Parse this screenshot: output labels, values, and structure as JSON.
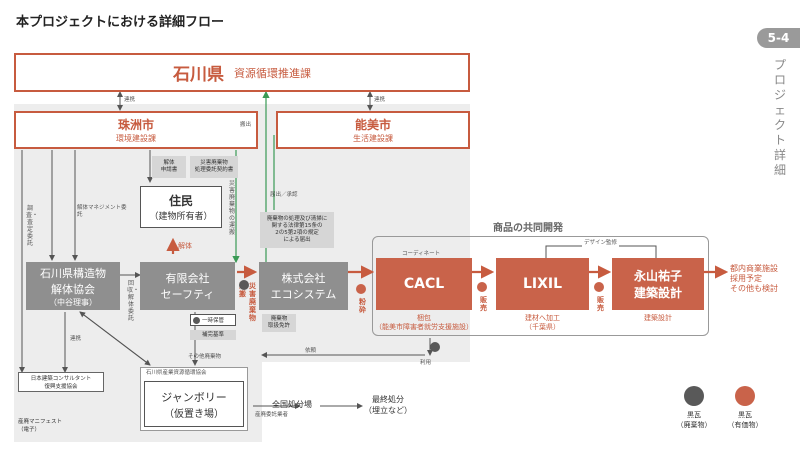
{
  "page": {
    "title": "本プロジェクトにおける詳細フロー",
    "section_number": "5-4",
    "section_label": "プロジェクト詳細"
  },
  "nodes": {
    "ishikawa": {
      "name": "石川県",
      "dept": "資源循環推進課"
    },
    "suzu": {
      "name": "珠洲市",
      "dept": "環境建設課"
    },
    "nomi": {
      "name": "能美市",
      "dept": "生活建設課"
    },
    "resident": {
      "name": "住民",
      "sub": "（建物所有者）"
    },
    "kozo": {
      "line1": "石川県構造物",
      "line2": "解体協会",
      "line3": "（中谷理事）"
    },
    "safety": {
      "line1": "有限会社",
      "line2": "セーフティ"
    },
    "eco": {
      "line1": "株式会社",
      "line2": "エコシステム"
    },
    "cacl": {
      "name": "CACL",
      "sub1": "梱包",
      "sub2": "（能美市障害者就労支援施設）"
    },
    "lixil": {
      "name": "LIXIL",
      "sub1": "建材へ加工",
      "sub2": "（千葉県）"
    },
    "nagayama": {
      "line1": "永山祐子",
      "line2": "建築設計",
      "sub": "建築設計"
    },
    "jamboree": {
      "line1": "ジャンボリー",
      "line2": "（仮置き場）"
    }
  },
  "groups": {
    "co_dev_label": "商品の共同開発",
    "kaitai_assoc": "石川県産業資源循環協会",
    "consultant_line1": "日本建築コンサルタント",
    "consultant_line2": "復興支援協会",
    "manifest_line1": "産廃マニフェスト",
    "manifest_line2": "（電子）"
  },
  "documents": {
    "kaitai_shinsei_1": "解体",
    "kaitai_shinsei_2": "申請書",
    "saigai_keiyaku_1": "災害廃棄物",
    "saigai_keiyaku_2": "処理委託契約書",
    "nomi_doc_1": "廃棄物の処理及び清掃に",
    "nomi_doc_2": "関する法律第15条の",
    "nomi_doc_3": "2の5第2項の規定",
    "nomi_doc_4": "による届出",
    "sanpai_license_1": "廃棄物",
    "sanpai_license_2": "取扱免許",
    "ichiji_hokan": "一時保管",
    "hokan_kijun": "補完基準"
  },
  "labels": {
    "renkei_top1": "連携",
    "renkei_top2": "連携",
    "hoshutsu": "搬出",
    "todokede": "届出／承認",
    "chosa": "調査・査定委託",
    "kaitai_mgmt": "解体マネジメント委託",
    "kaitai_arrow": "解体",
    "kaishu": "回収・解体委託",
    "saigai_unpan": "災害廃棄物の運搬",
    "unpan_orange": "運搬",
    "saigai_haikibutsu": "災害廃棄物",
    "funsai": "粉砕",
    "hanbai1": "販売",
    "hanbai2": "販売",
    "coordinate": "コーディネート",
    "design_kanshu": "デザイン監修",
    "renkei_mid": "連携",
    "sonota_haikibutsu": "その他廃棄物",
    "irai": "依頼",
    "riyo": "利用",
    "sanpai_itaku": "産廃委託業者",
    "zenkoku_shobun": "全国処分場",
    "saishu_shobun": "最終処分",
    "umetate": "（埋立など）",
    "outcome1": "都内商業施設",
    "outcome2": "採用予定",
    "outcome3": "その他も検討"
  },
  "legend": [
    {
      "line1": "黒瓦",
      "line2": "（廃棄物）",
      "color": "#595959"
    },
    {
      "line1": "黒瓦",
      "line2": "（有価物）",
      "color": "#c9634a"
    }
  ],
  "colors": {
    "accent": "#c75b3f",
    "gray_box": "#8f8f8f",
    "shade": "#ededed"
  }
}
